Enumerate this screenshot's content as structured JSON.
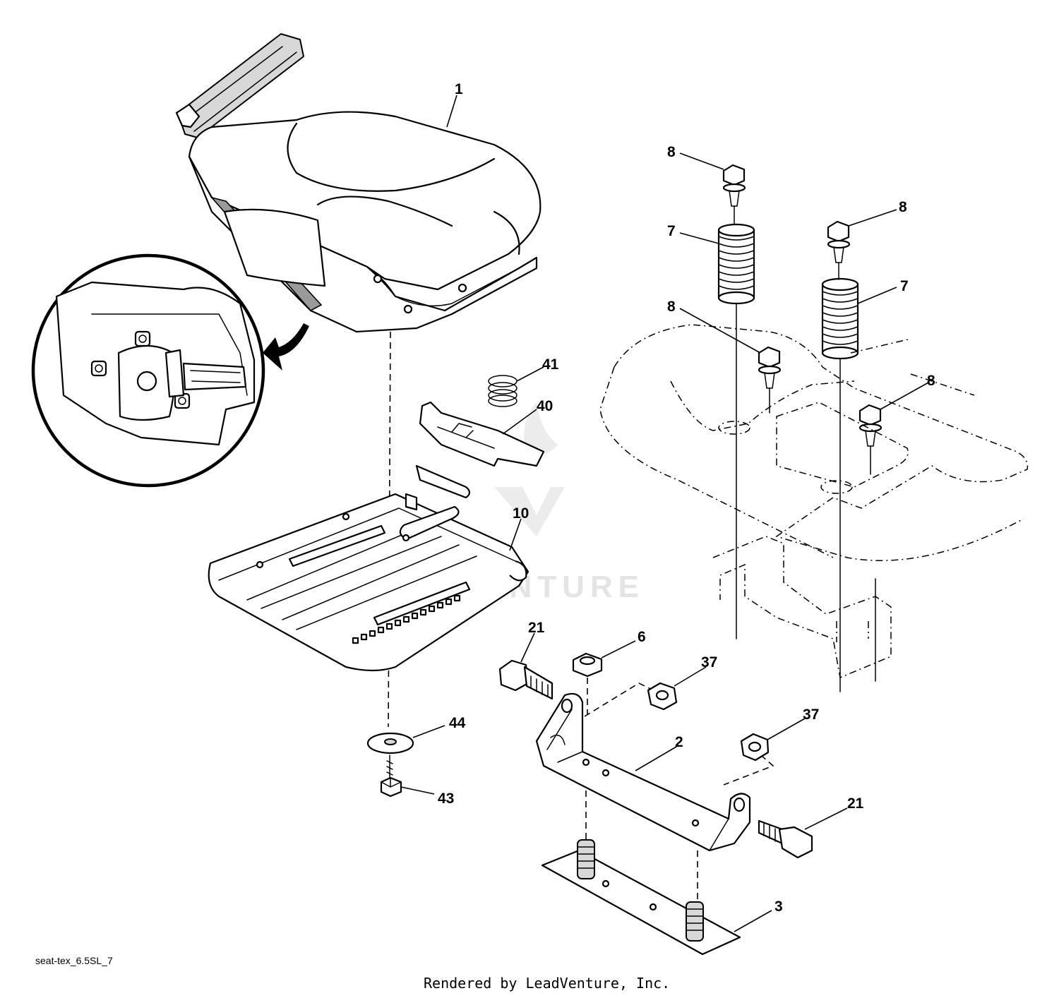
{
  "diagram": {
    "caption": "seat-tex_6.5SL_7",
    "credit": "Rendered by LeadVenture, Inc.",
    "watermark": "LEADVENTURE"
  },
  "callouts": [
    {
      "id": "seat",
      "label": "1"
    },
    {
      "id": "bolt-top-left",
      "label": "8"
    },
    {
      "id": "bolt-top-right",
      "label": "8"
    },
    {
      "id": "bolt-mid-left",
      "label": "8"
    },
    {
      "id": "bolt-mid-right",
      "label": "8"
    },
    {
      "id": "spring-left",
      "label": "7"
    },
    {
      "id": "spring-right",
      "label": "7"
    },
    {
      "id": "small-spring",
      "label": "41"
    },
    {
      "id": "clip",
      "label": "40"
    },
    {
      "id": "seat-pan",
      "label": "10"
    },
    {
      "id": "bolt-21-left",
      "label": "21"
    },
    {
      "id": "nut-6",
      "label": "6"
    },
    {
      "id": "nut-37-upper",
      "label": "37"
    },
    {
      "id": "nut-37-lower",
      "label": "37"
    },
    {
      "id": "washer-44",
      "label": "44"
    },
    {
      "id": "bolt-43",
      "label": "43"
    },
    {
      "id": "bracket-2",
      "label": "2"
    },
    {
      "id": "bolt-21-right",
      "label": "21"
    },
    {
      "id": "plate-3",
      "label": "3"
    }
  ]
}
